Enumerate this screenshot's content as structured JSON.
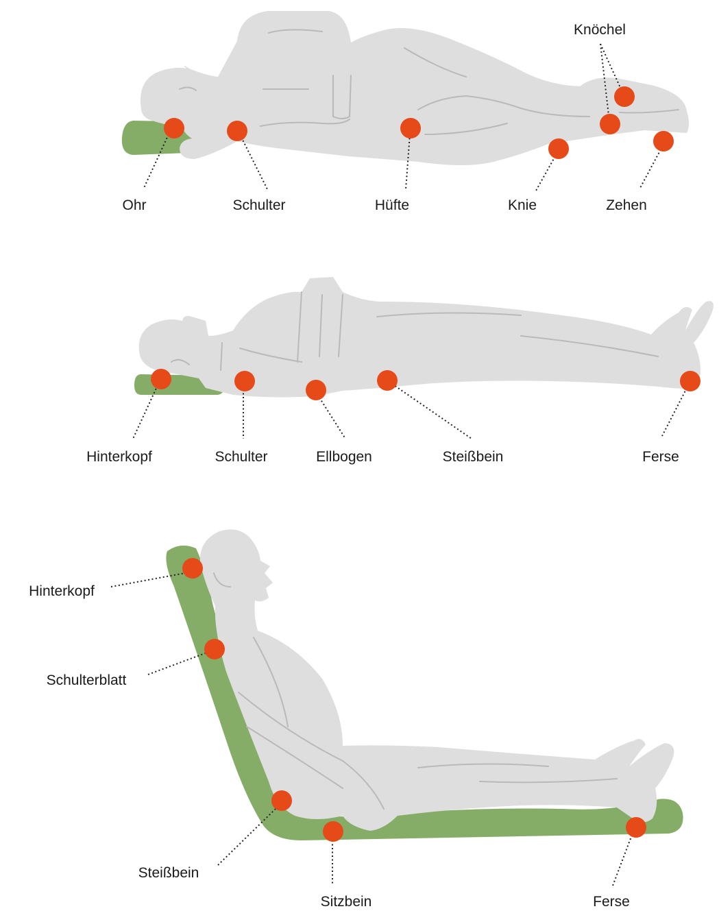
{
  "colors": {
    "body": "#dedede",
    "crease": "#b9b9b9",
    "cushion": "#85ad68",
    "pressure_point": "#e64a19",
    "text": "#1a1a1a"
  },
  "side_lying": {
    "labels": {
      "ear": "Ohr",
      "shoulder": "Schulter",
      "hip": "Hüfte",
      "knee": "Knie",
      "toes": "Zehen",
      "ankle": "Knöchel"
    }
  },
  "supine": {
    "labels": {
      "back_of_head": "Hinterkopf",
      "shoulder": "Schulter",
      "elbow": "Ellbogen",
      "coccyx": "Steißbein",
      "heel": "Ferse"
    }
  },
  "sitting": {
    "labels": {
      "back_of_head": "Hinterkopf",
      "shoulder_blade": "Schulterblatt",
      "coccyx": "Steißbein",
      "sit_bone": "Sitzbein",
      "heel": "Ferse"
    }
  }
}
